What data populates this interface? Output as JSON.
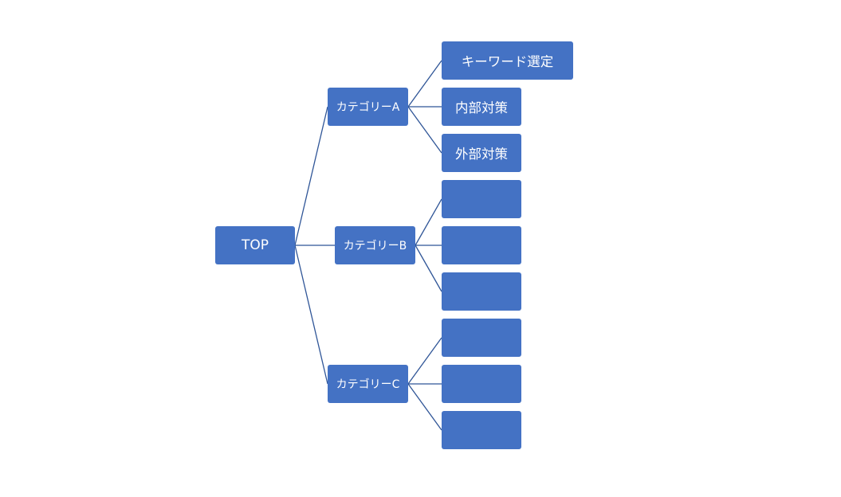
{
  "root": {
    "label": "TOP"
  },
  "categories": [
    {
      "label": "カテゴリーA",
      "children": [
        {
          "label": "キーワード選定"
        },
        {
          "label": "内部対策"
        },
        {
          "label": "外部対策"
        }
      ]
    },
    {
      "label": "カテゴリーB",
      "children": [
        {
          "label": ""
        },
        {
          "label": ""
        },
        {
          "label": ""
        }
      ]
    },
    {
      "label": "カテゴリーC",
      "children": [
        {
          "label": ""
        },
        {
          "label": ""
        },
        {
          "label": ""
        }
      ]
    }
  ],
  "colors": {
    "node_fill": "#4472c4",
    "connector": "#2f5597",
    "text": "#ffffff"
  }
}
